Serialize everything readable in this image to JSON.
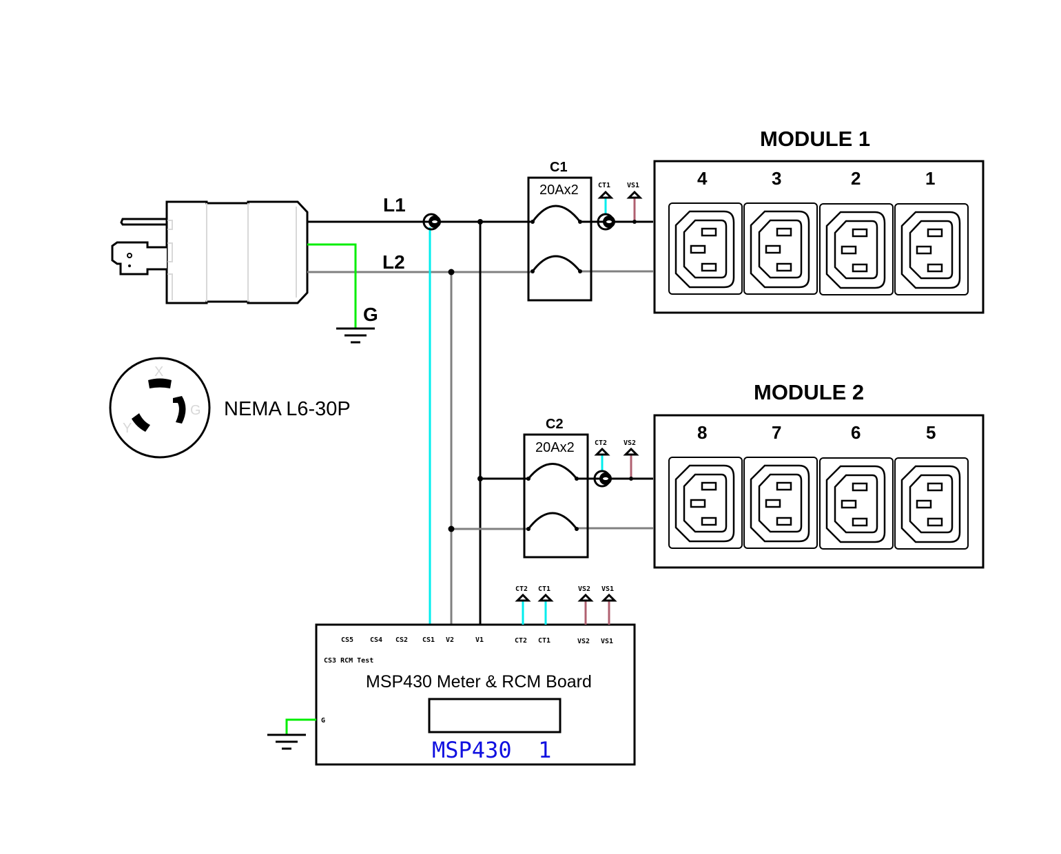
{
  "colors": {
    "line1": "#000000",
    "line2": "#808080",
    "ground": "#00ee00",
    "current_sense": "#00eeee",
    "voltage_sense": "#b06070",
    "board_label": "#1010e0"
  },
  "plug": {
    "label": "NEMA L6-30P",
    "pins": [
      "X",
      "Y",
      "G"
    ]
  },
  "wires": {
    "l1": "L1",
    "l2": "L2",
    "ground": "G"
  },
  "breakers": [
    {
      "name": "C1",
      "rating": "20Ax2",
      "ct_label": "CT1",
      "vs_label": "VS1"
    },
    {
      "name": "C2",
      "rating": "20Ax2",
      "ct_label": "CT2",
      "vs_label": "VS2"
    }
  ],
  "modules": [
    {
      "title": "MODULE 1",
      "outlets": [
        "4",
        "3",
        "2",
        "1"
      ]
    },
    {
      "title": "MODULE 2",
      "outlets": [
        "8",
        "7",
        "6",
        "5"
      ]
    }
  ],
  "board": {
    "title": "MSP430 Meter & RCM Board",
    "chip_label": "MSP430  1",
    "ground_pin": "G",
    "rcm_test_label": "CS3 RCM Test",
    "pins": [
      "CS5",
      "CS4",
      "CS2",
      "CS1",
      "V2",
      "V1",
      "CT2",
      "CT1",
      "VS2",
      "VS1"
    ],
    "inputs": [
      "CT2",
      "CT1",
      "VS2",
      "VS1"
    ]
  }
}
